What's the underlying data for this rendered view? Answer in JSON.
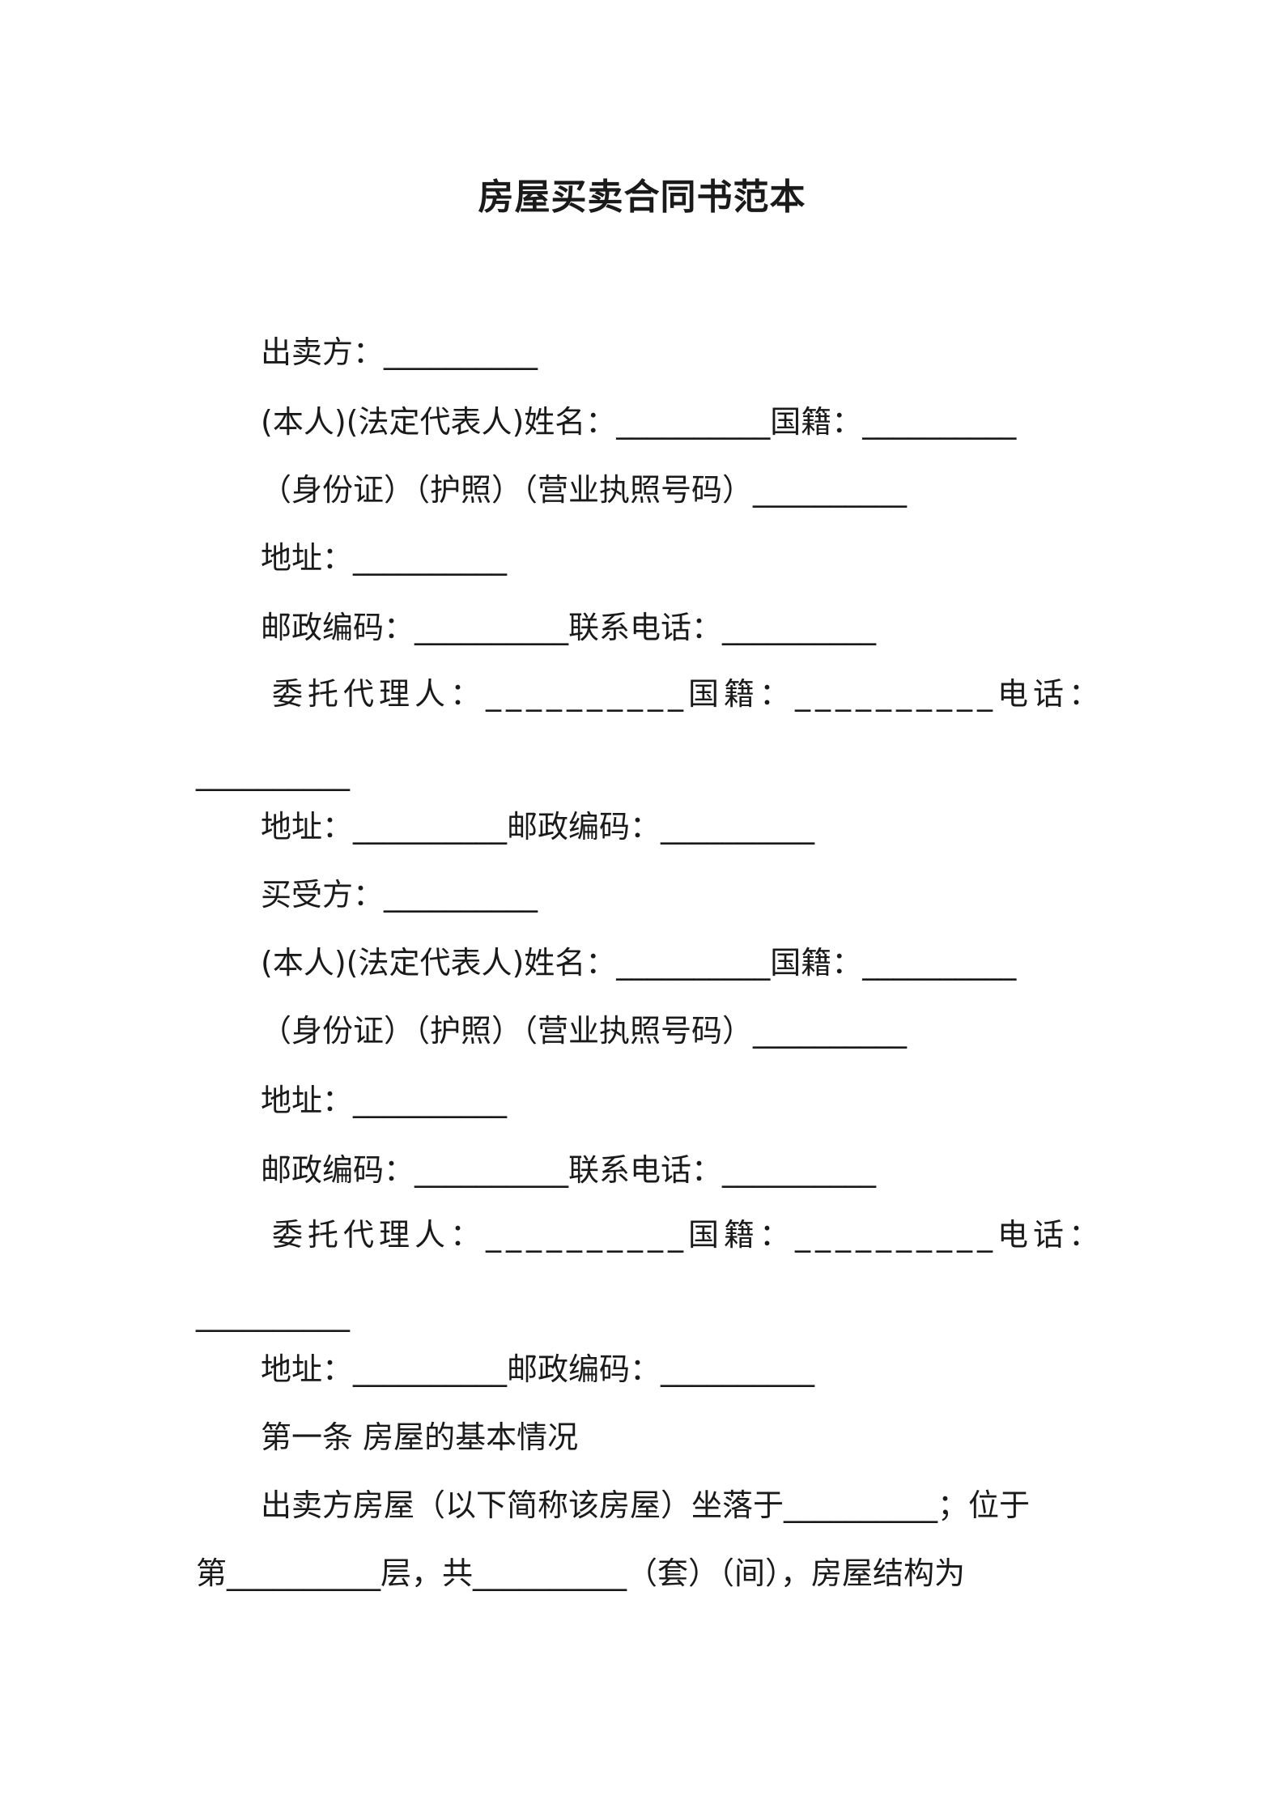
{
  "document": {
    "title": "房屋买卖合同书范本",
    "lines": [
      "出卖方：__________",
      "(本人)(法定代表人)姓名：__________国籍：__________",
      "（身份证）（护照）（营业执照号码）__________",
      "地址：__________",
      "邮政编码：__________联系电话：__________",
      "委托代理人：__________国籍：__________电话：",
      "__________",
      "地址：__________邮政编码：__________",
      "买受方：__________",
      "(本人)(法定代表人)姓名：__________国籍：__________",
      "（身份证）（护照）（营业执照号码）__________",
      "地址：__________",
      "邮政编码：__________联系电话：__________",
      "委托代理人：__________国籍：__________电话：",
      "__________",
      "地址：__________邮政编码：__________",
      "第一条 房屋的基本情况",
      "出卖方房屋（以下简称该房屋）坐落于__________；位于",
      "第__________层，共__________（套）（间），房屋结构为"
    ]
  }
}
